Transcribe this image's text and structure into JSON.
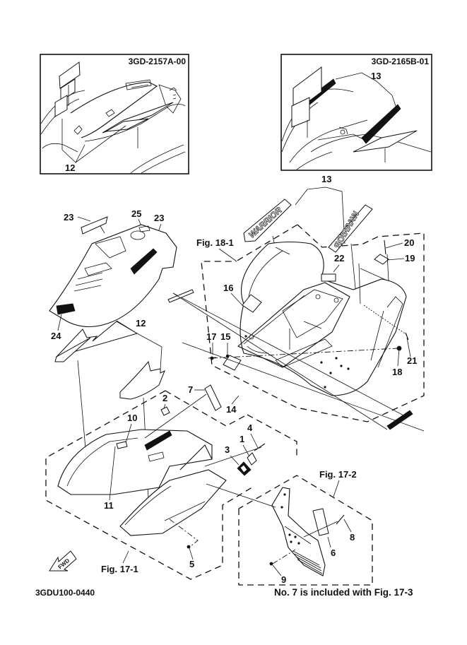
{
  "diagram": {
    "title_code": "3GDU100-0440",
    "footnote": "No. 7 is included with Fig. 17-3",
    "orientation_badge": "FWD",
    "insets": [
      {
        "code": "3GD-2157A-00",
        "callouts": [
          "12"
        ]
      },
      {
        "code": "3GD-2165B-01",
        "callouts": [
          "13"
        ]
      }
    ],
    "figure_refs": [
      "Fig. 18-1",
      "Fig. 17-1",
      "Fig. 17-2"
    ],
    "decal_text": "WARRIOR",
    "callouts": [
      "1",
      "2",
      "3",
      "4",
      "5",
      "6",
      "7",
      "8",
      "9",
      "10",
      "11",
      "12",
      "13",
      "14",
      "15",
      "16",
      "17",
      "18",
      "19",
      "20",
      "21",
      "22",
      "23",
      "23",
      "24",
      "25"
    ]
  }
}
